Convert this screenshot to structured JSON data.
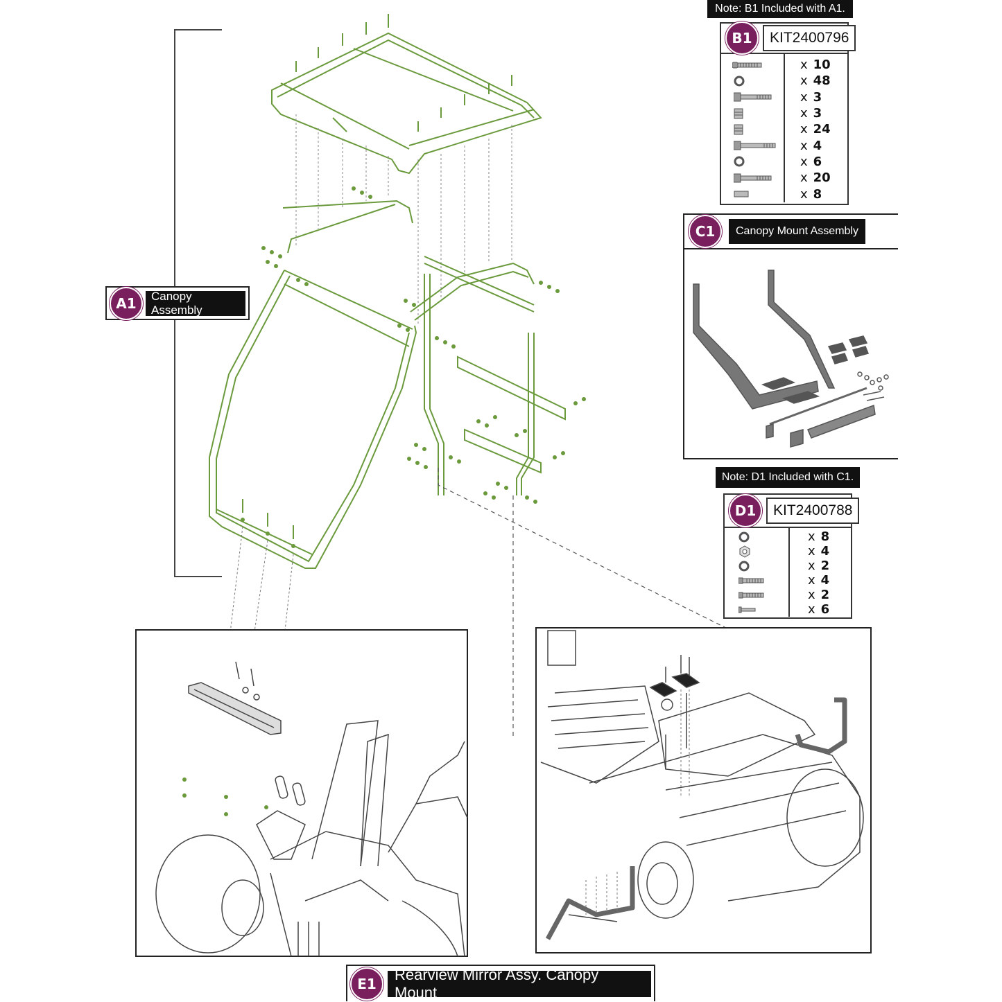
{
  "callouts": {
    "a1": {
      "id": "A1",
      "label": "Canopy Assembly"
    },
    "c1": {
      "id": "C1",
      "label": "Canopy Mount Assembly"
    },
    "e1": {
      "id": "E1",
      "label": "Rearview Mirror Assy. Canopy Mount"
    }
  },
  "notes": {
    "b1": "Note: B1 Included with A1.",
    "d1": "Note: D1 Included with C1."
  },
  "kits": {
    "b1": {
      "id": "B1",
      "kit_number": "KIT2400796",
      "items": [
        {
          "icon": "screw-icon",
          "qty": "10"
        },
        {
          "icon": "washer-icon",
          "qty": "48"
        },
        {
          "icon": "bolt-icon",
          "qty": "3"
        },
        {
          "icon": "nut-icon",
          "qty": "3"
        },
        {
          "icon": "nut-icon",
          "qty": "24"
        },
        {
          "icon": "long-bolt-icon",
          "qty": "4"
        },
        {
          "icon": "washer-icon",
          "qty": "6"
        },
        {
          "icon": "bolt-icon",
          "qty": "20"
        },
        {
          "icon": "spacer-icon",
          "qty": "8"
        }
      ]
    },
    "d1": {
      "id": "D1",
      "kit_number": "KIT2400788",
      "items": [
        {
          "icon": "washer-icon",
          "qty": "8"
        },
        {
          "icon": "hex-nut-icon",
          "qty": "4"
        },
        {
          "icon": "washer-icon",
          "qty": "2"
        },
        {
          "icon": "screw-icon",
          "qty": "4"
        },
        {
          "icon": "screw-icon",
          "qty": "2"
        },
        {
          "icon": "pin-icon",
          "qty": "6"
        }
      ]
    }
  },
  "multiply_symbol": "x",
  "colors": {
    "badge": "#7a1f5e",
    "tag": "#111111",
    "canopy_line": "#6a9a3c",
    "frame_line": "#777777",
    "part_line": "#555555"
  }
}
